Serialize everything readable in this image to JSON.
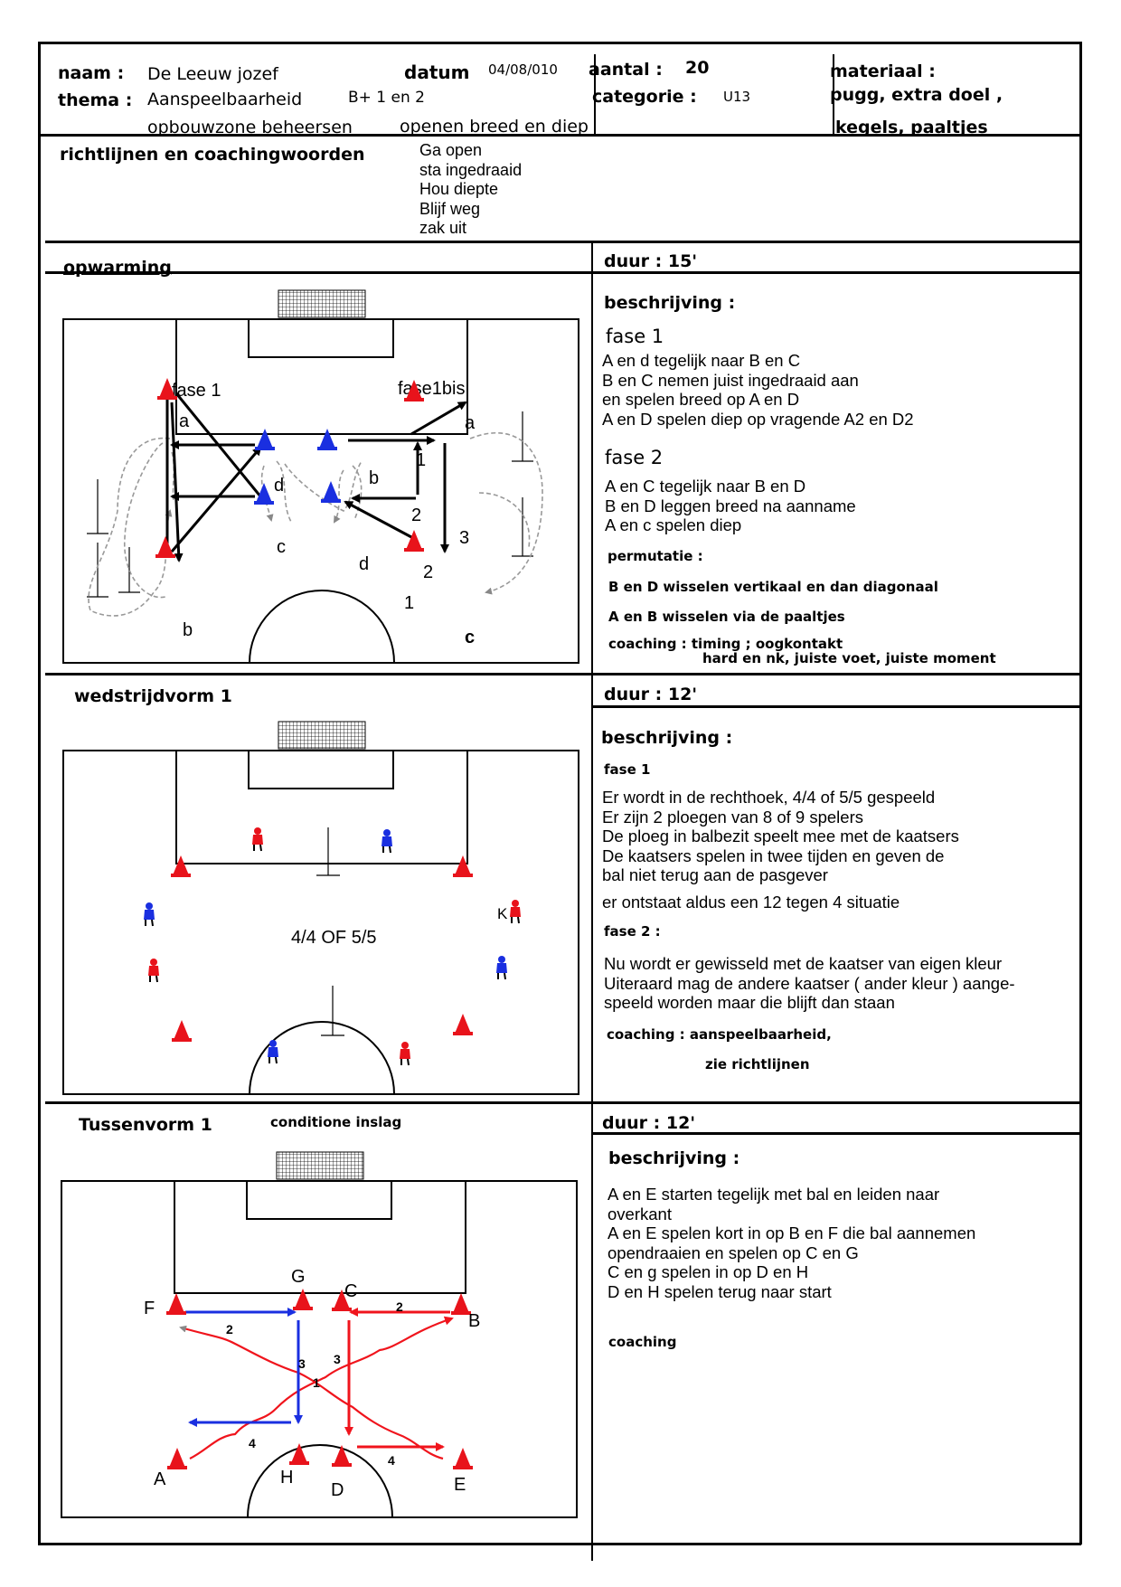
{
  "header": {
    "naam_label": "naam :",
    "naam_value": "De Leeuw jozef",
    "thema_label": "thema :",
    "thema_value": "Aanspeelbaarheid",
    "thema_extra": "B+ 1 en 2",
    "thema_line2a": "opbouwzone beheersen",
    "thema_line2b": "openen breed en diep",
    "datum_label": "datum",
    "datum_value": "04/08/010",
    "aantal_label": "aantal :",
    "aantal_value": "20",
    "categorie_label": "categorie :",
    "categorie_value": "U13",
    "materiaal_label": "materiaal :",
    "materiaal_line1": "pugg, extra doel ,",
    "materiaal_line2": "kegels, paaltjes"
  },
  "guidelines": {
    "label": "richtlijnen en coachingwoorden",
    "items": [
      "Ga open",
      "sta ingedraaid",
      "Hou diepte",
      "Blijf weg",
      "zak uit"
    ]
  },
  "section1": {
    "title": "opwarming",
    "duration": "duur : 15'",
    "desc_label": "beschrijving :",
    "fase1_title": "fase 1",
    "fase1_lines": [
      "A en d tegelijk naar B en C",
      "B en C nemen juist ingedraaid aan",
      "en spelen breed op A en D",
      "A en D spelen diep op vragende A2 en D2"
    ],
    "fase2_title": "fase 2",
    "fase2_lines": [
      "A en C tegelijk naar B en D",
      "B en D leggen breed na aanname",
      "A en c spelen diep"
    ],
    "permutatie_label": "permutatie :",
    "permutatie_lines": [
      "B en D wisselen vertikaal en dan diagonaal",
      "A en B wisselen via de paaltjes"
    ],
    "coaching_line1": "coaching : timing ; oogkontakt",
    "coaching_line2": "hard en nk, juiste voet, juiste moment",
    "diagram": {
      "label_fase1": "fase 1",
      "label_fase1bis": "fase1bis",
      "letters": [
        "a",
        "b",
        "d",
        "c",
        "a",
        "b",
        "d",
        "c"
      ],
      "numbers": [
        "1",
        "2",
        "3",
        "2",
        "1"
      ]
    }
  },
  "section2": {
    "title": "wedstrijdvorm 1",
    "duration": "duur : 12'",
    "desc_label": "beschrijving :",
    "fase1_title": "fase 1",
    "fase1_lines": [
      "Er wordt in de rechthoek, 4/4 of 5/5 gespeeld",
      "Er zijn 2 ploegen van 8 of 9 spelers",
      "De ploeg in balbezit speelt mee met de kaatsers",
      "De kaatsers spelen in twee tijden en geven de",
      "bal niet terug aan de pasgever"
    ],
    "fase1_extra": "er ontstaat aldus een 12 tegen 4 situatie",
    "fase2_title": "fase 2 :",
    "fase2_lines": [
      "Nu wordt er gewisseld met de kaatser van eigen kleur",
      "Uiteraard mag de andere kaatser ( ander kleur ) aange-",
      "speeld worden maar die blijft dan staan"
    ],
    "coaching_line1": "coaching : aanspeelbaarheid,",
    "coaching_line2": "zie richtlijnen",
    "diagram": {
      "center_label": "4/4 OF 5/5",
      "k_label": "K"
    }
  },
  "section3": {
    "title": "Tussenvorm 1",
    "subtitle": "conditione inslag",
    "duration": "duur : 12'",
    "desc_label": "beschrijving :",
    "lines": [
      "A en E starten tegelijk met bal en leiden naar",
      "overkant",
      "A en E spelen kort in op B en F die bal aannemen",
      "opendraaien en spelen op C en G",
      "C en g spelen in op D en H",
      "D en H spelen terug naar start"
    ],
    "coaching_label": "coaching",
    "diagram": {
      "letters": {
        "G": "G",
        "C": "C",
        "F": "F",
        "B": "B",
        "A": "A",
        "H": "H",
        "D": "D",
        "E": "E"
      },
      "numbers": [
        "2",
        "2",
        "3",
        "3",
        "1",
        "4",
        "4"
      ]
    }
  },
  "colors": {
    "cone_red": "#e8131b",
    "cone_blue": "#1a2fe0",
    "arrow_red": "#f0141c",
    "arrow_blue": "#1a2fe0",
    "dashed": "#999999"
  }
}
